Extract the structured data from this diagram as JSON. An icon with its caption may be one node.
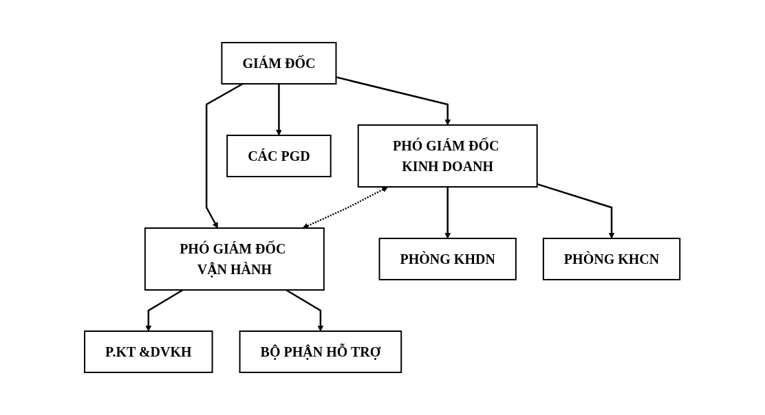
{
  "diagram": {
    "nodes": [
      {
        "text": [
          "GIÁM ĐỐC"
        ]
      },
      {
        "text": [
          "PHÓ GIÁM ĐỐC KINH DOANH"
        ]
      },
      {
        "text": [
          "PHÓ GIÁM ĐỐC VẬN HÀNH"
        ]
      },
      {
        "text": [
          "PHÒNG KHDN"
        ]
      },
      {
        "text": [
          "PHÒNG KHCN"
        ]
      },
      {
        "text": [
          "CÁC PGD"
        ]
      },
      {
        "text": [
          "P.KT &DVKH"
        ]
      },
      {
        "text": [
          "BỘ PHẬN HỖ TRỢ"
        ]
      }
    ],
    "edges": [
      {
        "from": 0,
        "to": 1,
        "arrow": "to"
      },
      {
        "from": 0,
        "to": 2,
        "arrow": "to"
      },
      {
        "from": 0,
        "to": 5,
        "arrow": "to"
      },
      {
        "from": 1,
        "to": 2,
        "arrow": "both",
        "style": "dashed"
      },
      {
        "from": 1,
        "to": 3,
        "arrow": "to"
      },
      {
        "from": 1,
        "to": 4,
        "arrow": "to"
      },
      {
        "from": 2,
        "to": 6,
        "arrow": "to"
      },
      {
        "from": 2,
        "to": 7,
        "arrow": "to"
      }
    ]
  }
}
